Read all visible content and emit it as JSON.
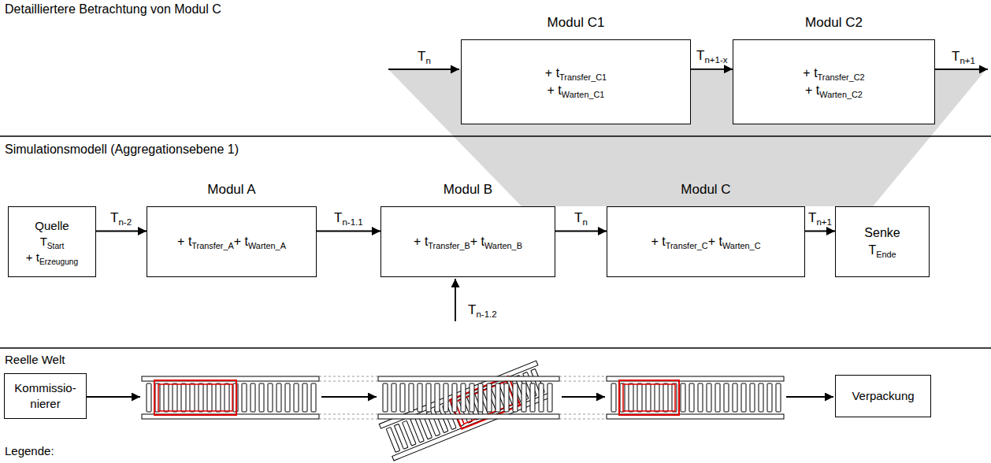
{
  "diagram": {
    "nodes": [
      {
        "text": [
          "Modul C1",
          "+ tTransfer_C1",
          "+ tWarten_C1"
        ]
      },
      {
        "text": [
          "Modul C2",
          "+ tTransfer_C2",
          "+ tWarten_C2"
        ]
      },
      {
        "text": [
          "Quelle",
          "TStart",
          "+ tErzeugung"
        ]
      },
      {
        "text": [
          "Modul A",
          "+ tTransfer_A+ tWarten_A"
        ]
      },
      {
        "text": [
          "Modul B",
          "+ tTransfer_B+ tWarten_B"
        ]
      },
      {
        "text": [
          "Modul C",
          "+ tTransfer_C+ tWarten_C"
        ]
      },
      {
        "text": [
          "Senke",
          "TEnde"
        ]
      },
      {
        "text": [
          "Kommissio- nierer"
        ]
      },
      {
        "text": [
          "Verpackung"
        ]
      }
    ],
    "edges": [
      {
        "from": 0,
        "to": 1,
        "label": "Tn+1-x",
        "arrow": "to"
      },
      {
        "from": 2,
        "to": 3,
        "label": "Tn-2",
        "arrow": "to"
      },
      {
        "from": 3,
        "to": 4,
        "label": "Tn-1.1",
        "arrow": "to"
      },
      {
        "from": 4,
        "to": 5,
        "label": "Tn",
        "arrow": "to"
      },
      {
        "from": 5,
        "to": 6,
        "label": "Tn+1",
        "arrow": "to"
      }
    ],
    "labels": [
      "Detailliertere Betrachtung von Modul C",
      "Tn",
      "Tn+1",
      "Simulationsmodell (Aggregationsebene 1)",
      "Tn-1.2",
      "Reelle Welt",
      "Legende:"
    ]
  }
}
